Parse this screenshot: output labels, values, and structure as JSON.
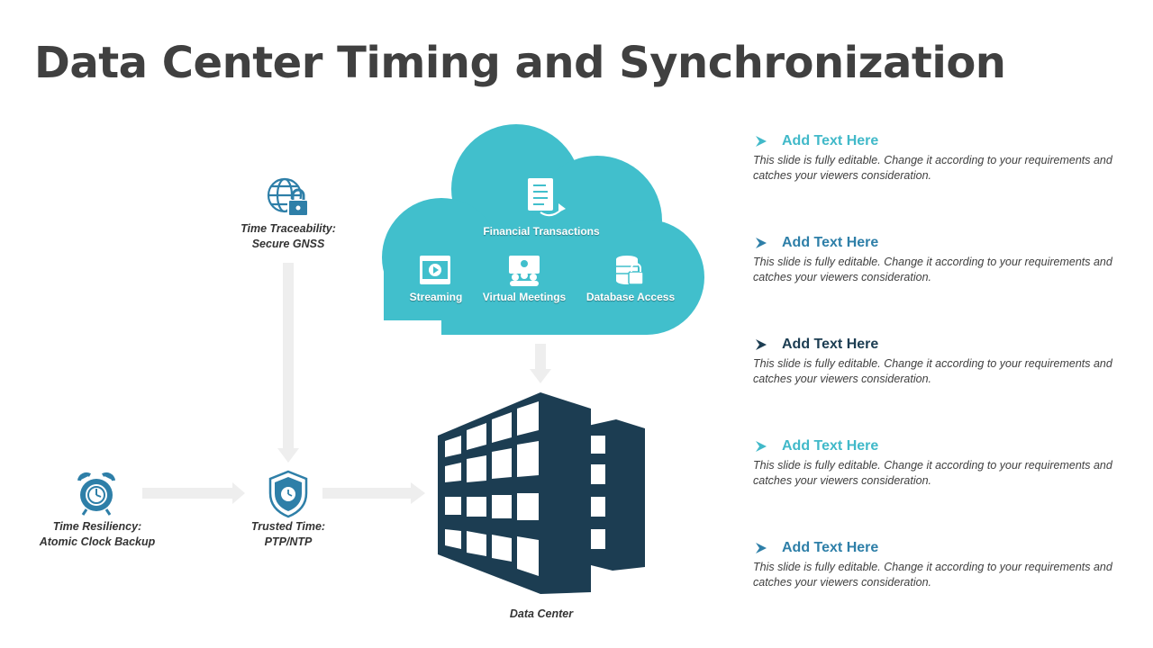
{
  "page": {
    "title": "Data Center Timing and Synchronization"
  },
  "diagram": {
    "nodes": {
      "traceability": {
        "line1": "Time Traceability:",
        "line2": "Secure GNSS",
        "icon": "globe-lock-icon"
      },
      "resiliency": {
        "line1": "Time Resiliency:",
        "line2": "Atomic Clock Backup",
        "icon": "alarm-clock-icon"
      },
      "trusted": {
        "line1": "Trusted Time:",
        "line2": "PTP/NTP",
        "icon": "shield-clock-icon"
      },
      "data_center": {
        "label": "Data Center",
        "icon": "building-icon"
      }
    },
    "cloud": {
      "financial": "Financial Transactions",
      "streaming": "Streaming",
      "meetings": "Virtual Meetings",
      "database": "Database Access"
    }
  },
  "items": [
    {
      "title": "Add Text Here",
      "desc": "This slide is fully editable. Change it according to your requirements and catches your viewers consideration.",
      "color": "#41b9c9"
    },
    {
      "title": "Add Text Here",
      "desc": "This slide is fully editable. Change it according to your requirements and catches your viewers consideration.",
      "color": "#2e7fa8"
    },
    {
      "title": "Add Text Here",
      "desc": "This slide is fully editable. Change it according to your requirements and catches your viewers consideration.",
      "color": "#1c3d52"
    },
    {
      "title": "Add Text Here",
      "desc": "This slide is fully editable. Change it according to your requirements and catches your viewers consideration.",
      "color": "#41b9c9"
    },
    {
      "title": "Add Text Here",
      "desc": "This slide is fully editable. Change it according to your requirements and catches your viewers consideration.",
      "color": "#2e7fa8"
    }
  ],
  "colors": {
    "title": "#404040",
    "cloud": "#41bfcc",
    "building": "#1c3d52",
    "icon_blue": "#2e7fa8",
    "arrow": "#f0f0f0"
  }
}
